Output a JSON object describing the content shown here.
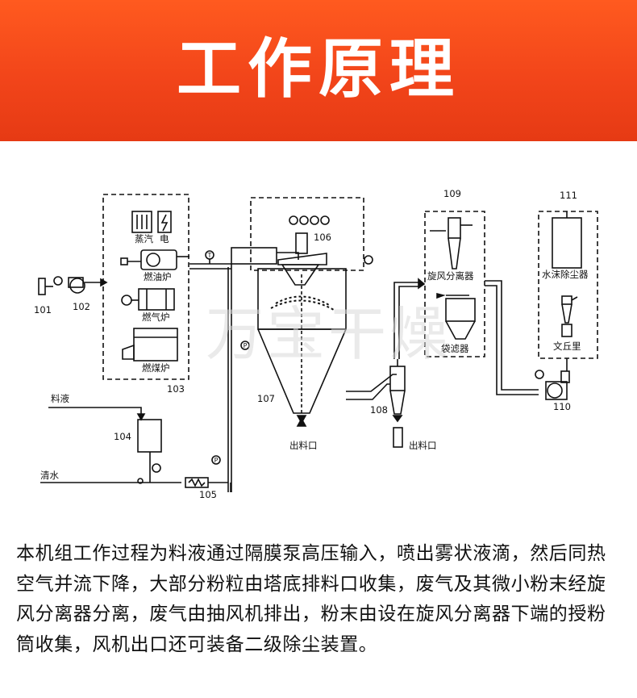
{
  "banner": {
    "title": "工作原理",
    "color": "#f2451a"
  },
  "watermark": "万宝干燥",
  "diagram": {
    "ids": {
      "n101": "101",
      "n102": "102",
      "n103": "103",
      "n104": "104",
      "n105": "105",
      "n106": "106",
      "n107": "107",
      "n108": "108",
      "n109": "109",
      "n110": "110",
      "n111": "111"
    },
    "labels": {
      "steam": "蒸汽",
      "electric": "电",
      "oil_furnace": "燃油炉",
      "gas_furnace": "燃气炉",
      "coal_furnace": "燃煤炉",
      "feed_liquid": "料液",
      "clean_water": "清水",
      "outlet_main": "出料口",
      "outlet_cyclone": "出料口",
      "cyclone_separator": "旋风分离器",
      "bag_filter": "袋滤器",
      "water_scrubber": "水沫除尘器",
      "venturi": "文丘里",
      "temp_symbol": "T",
      "pressure_symbol": "P"
    }
  },
  "description": "本机组工作过程为料液通过隔膜泵高压输入，喷出雾状液滴，然后同热空气并流下降，大部分粉粒由塔底排料口收集，废气及其微小粉末经旋风分离器分离，废气由抽风机排出，粉末由设在旋风分离器下端的授粉筒收集，风机出口还可装备二级除尘装置。"
}
